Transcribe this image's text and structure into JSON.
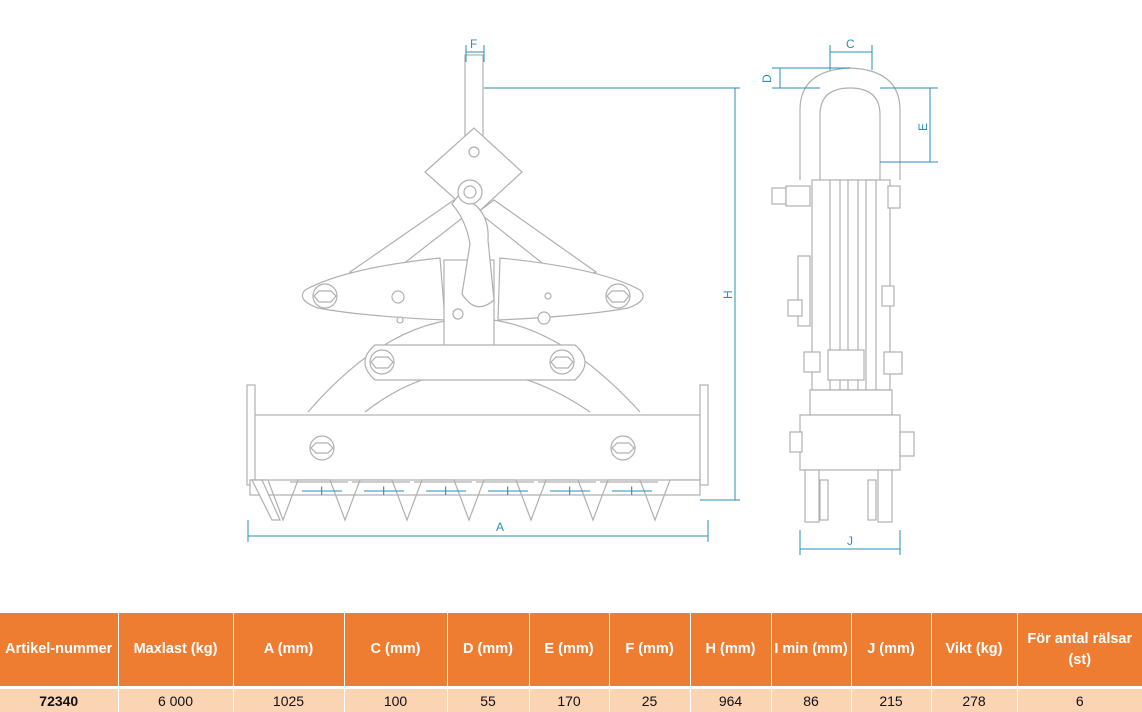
{
  "drawing": {
    "dimension_labels": {
      "A": "A",
      "C": "C",
      "D": "D",
      "E": "E",
      "F": "F",
      "H": "H",
      "I": "I",
      "J": "J"
    },
    "line_color": "#b0b0b0",
    "dimension_color": "#2a8fb8"
  },
  "table": {
    "header_bg": "#ee7d31",
    "row_bg": "#fbd4b4",
    "columns": [
      "Artikel-nummer",
      "Maxlast (kg)",
      "A (mm)",
      "C (mm)",
      "D (mm)",
      "E (mm)",
      "F (mm)",
      "H (mm)",
      "I min (mm)",
      "J (mm)",
      "Vikt (kg)",
      "För antal rälsar (st)"
    ],
    "rows": [
      [
        "72340",
        "6 000",
        "1025",
        "100",
        "55",
        "170",
        "25",
        "964",
        "86",
        "215",
        "278",
        "6"
      ]
    ]
  }
}
